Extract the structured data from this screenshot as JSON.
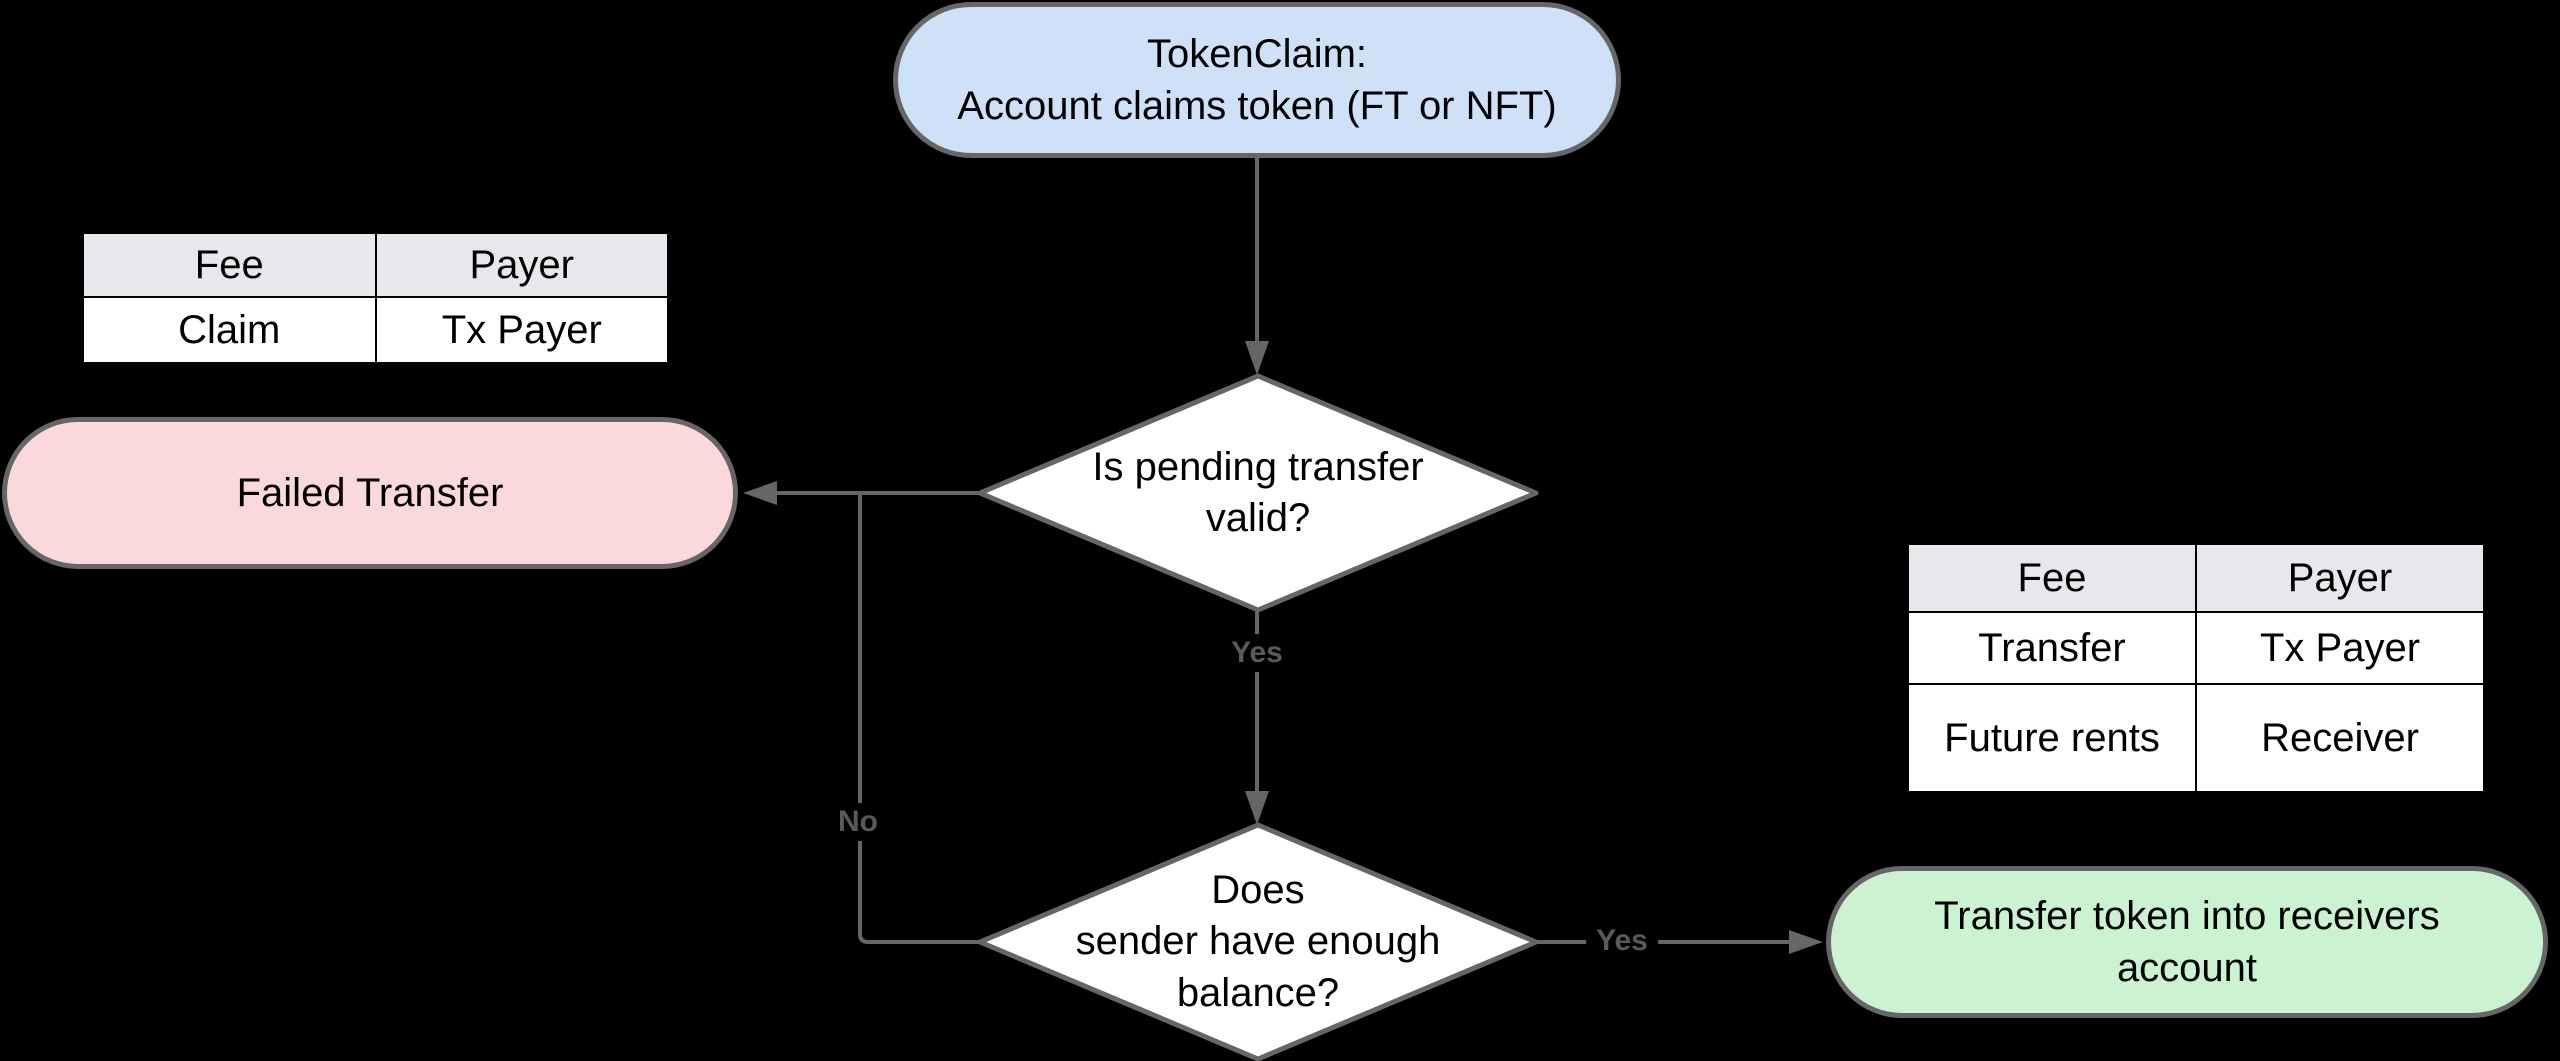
{
  "diagram": {
    "background": "#000000",
    "stroke_color": "#666666",
    "edge_label_color": "#595959",
    "nodes": {
      "start": {
        "type": "terminator",
        "lines": [
          "TokenClaim:",
          "Account claims token (FT or NFT)"
        ],
        "fill": "#cfe1f9"
      },
      "decision_pending": {
        "type": "decision",
        "lines": [
          "Is pending transfer",
          "valid?"
        ],
        "fill": "#ffffff"
      },
      "failed": {
        "type": "terminator",
        "label": "Failed Transfer",
        "fill": "#fad8dc"
      },
      "decision_balance": {
        "type": "decision",
        "lines": [
          "Does",
          "sender have enough",
          "balance?"
        ],
        "fill": "#ffffff"
      },
      "success": {
        "type": "terminator",
        "lines": [
          "Transfer token into receivers",
          "account"
        ],
        "fill": "#ccf3d1"
      }
    },
    "edge_labels": {
      "decision1_yes": "Yes",
      "decision2_no": "No",
      "decision2_yes": "Yes"
    },
    "tables": {
      "claim": {
        "header_bg": "#e6e8ec",
        "headers": [
          "Fee",
          "Payer"
        ],
        "rows": [
          [
            "Claim",
            "Tx Payer"
          ]
        ]
      },
      "transfer": {
        "header_bg": "#e6e8ec",
        "headers": [
          "Fee",
          "Payer"
        ],
        "rows": [
          [
            "Transfer",
            "Tx Payer"
          ],
          [
            "Future rents",
            "Receiver"
          ]
        ]
      }
    }
  }
}
